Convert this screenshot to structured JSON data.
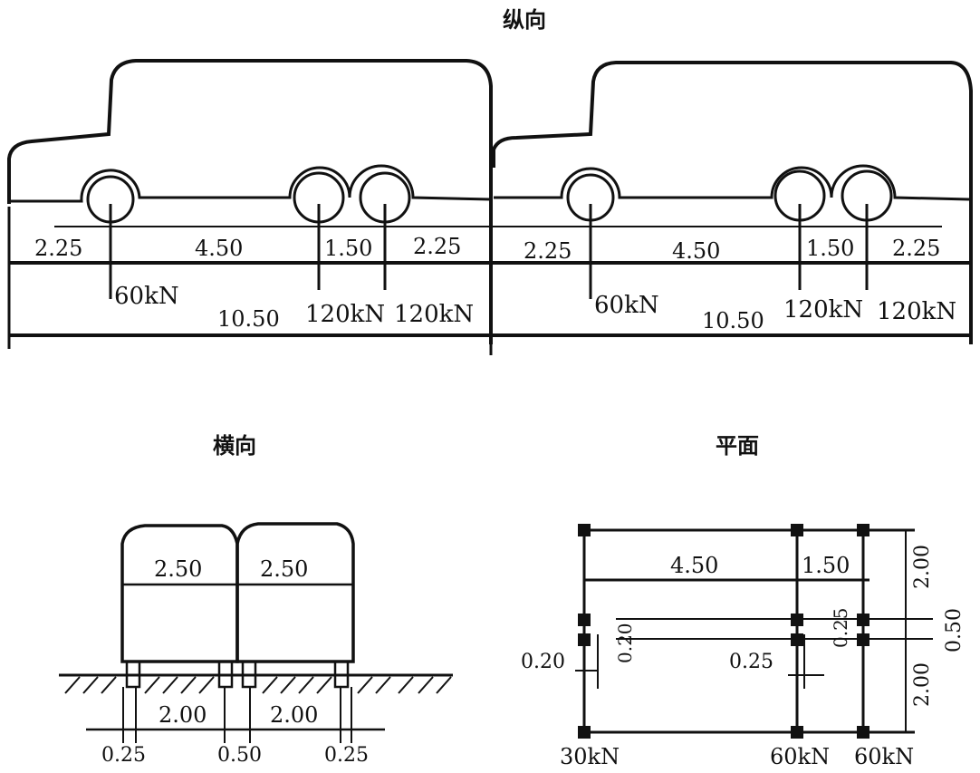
{
  "titles": {
    "longitudinal": "纵向",
    "transverse": "横向",
    "plan": "平面"
  },
  "longitudinal": {
    "vehicles": [
      {
        "dims": [
          "2.25",
          "4.50",
          "1.50",
          "2.25"
        ],
        "total": "10.50",
        "loads": [
          "60kN",
          "120kN",
          "120kN"
        ]
      },
      {
        "dims": [
          "2.25",
          "4.50",
          "1.50",
          "2.25"
        ],
        "total": "10.50",
        "loads": [
          "60kN",
          "120kN",
          "120kN"
        ]
      }
    ]
  },
  "transverse": {
    "widths": [
      "2.50",
      "2.50"
    ],
    "track": [
      "2.00",
      "2.00"
    ],
    "edges": [
      "0.25",
      "0.50",
      "0.25"
    ]
  },
  "plan": {
    "axle_spacing": [
      "4.50",
      "1.50"
    ],
    "right_dims": [
      "2.00",
      "0.25",
      "2.00"
    ],
    "total_right": "0.50",
    "wheel_dims": [
      "0.20",
      "0.20",
      "0.25"
    ],
    "loads": [
      "30kN",
      "60kN",
      "60kN"
    ]
  }
}
